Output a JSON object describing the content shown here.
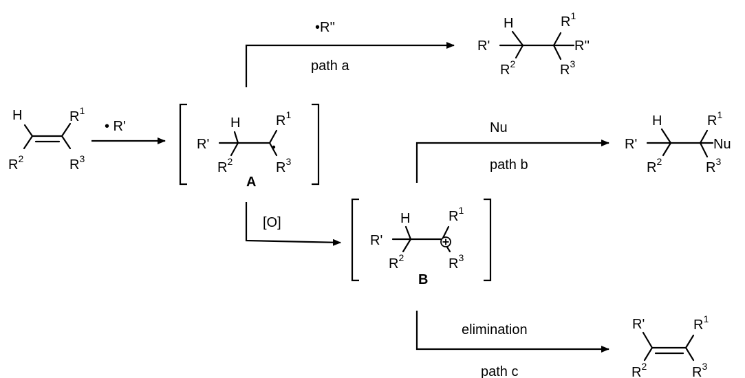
{
  "reagents": {
    "radical_r_prime": "• R'",
    "radical_r_double_prime": "•R''",
    "oxidant": "[O]",
    "nucleophile": "Nu",
    "elimination": "elimination"
  },
  "paths": {
    "a": "path a",
    "b": "path b",
    "c": "path c"
  },
  "intermediates": {
    "a_label": "A",
    "b_label": "B"
  },
  "atoms": {
    "H": "H",
    "R": "R",
    "R_prime": "R'",
    "R_double_prime": "R''",
    "Nu": "Nu",
    "sup_1": "1",
    "sup_2": "2",
    "sup_3": "3"
  }
}
